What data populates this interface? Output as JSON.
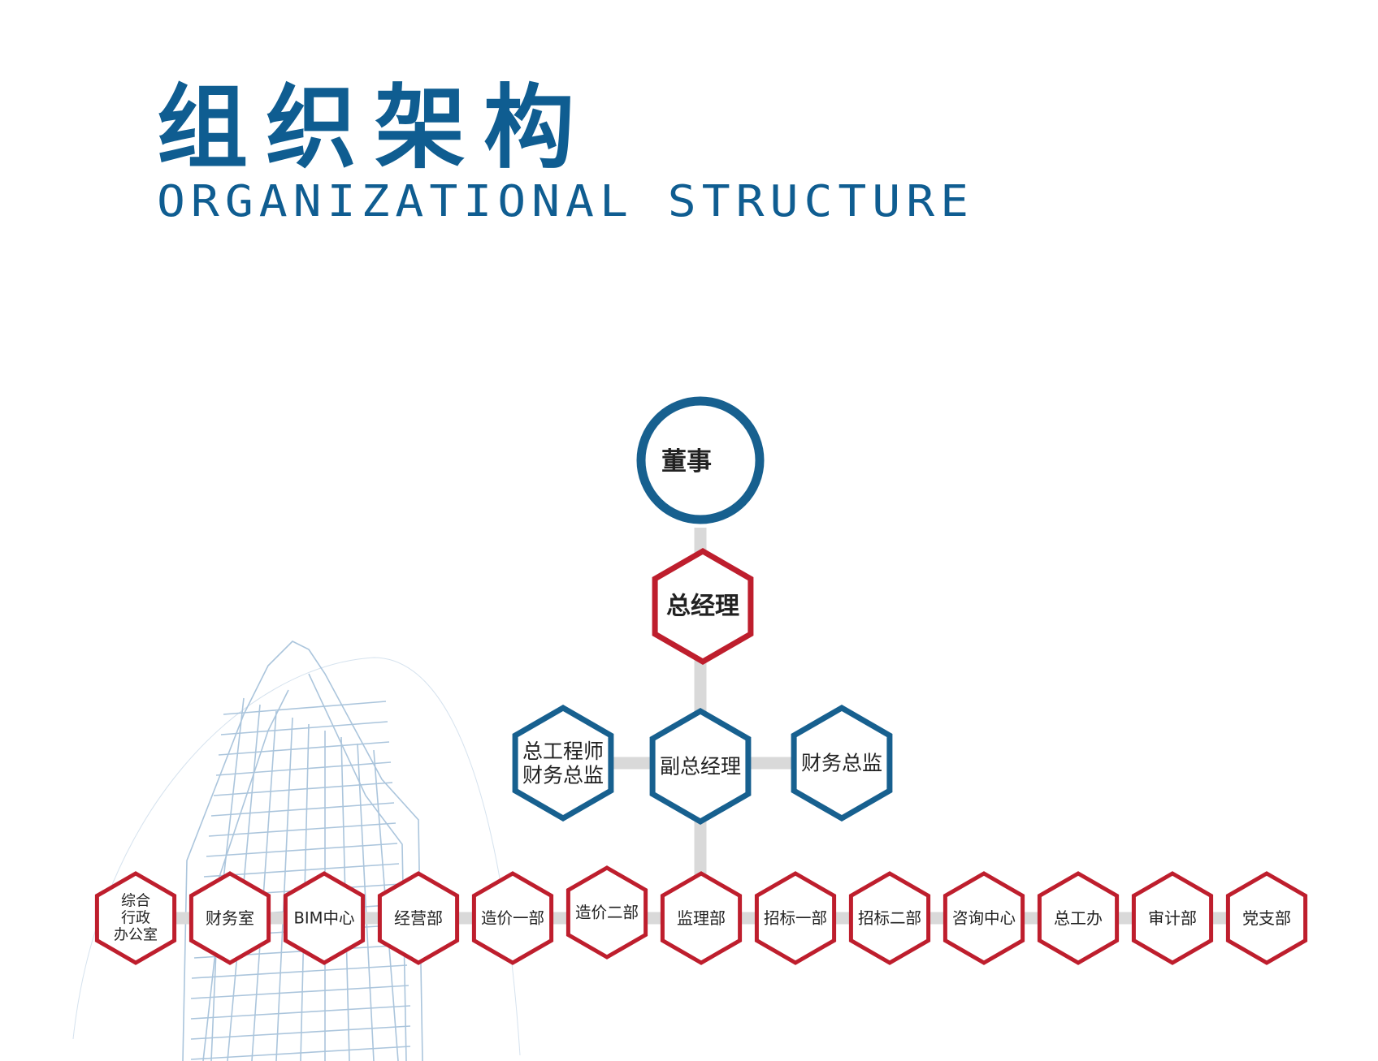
{
  "title": {
    "chinese": "组织架构",
    "english": "ORGANIZATIONAL STRUCTURE"
  },
  "colors": {
    "brand_blue": "#0f5d91",
    "node_blue": "#17608f",
    "node_red": "#be1e2d",
    "connector_grey": "#d9d9d9",
    "sketch_blue": "#8fb2d1"
  },
  "org_chart": {
    "chairman": {
      "label": "董事",
      "shape": "circle",
      "color": "blue"
    },
    "general_manager": {
      "label": "总经理",
      "shape": "hexagon",
      "color": "red"
    },
    "level2": [
      {
        "label_lines": [
          "总工程师",
          "财务总监"
        ],
        "shape": "hexagon",
        "color": "blue"
      },
      {
        "label_lines": [
          "副总经理"
        ],
        "shape": "hexagon",
        "color": "blue"
      },
      {
        "label_lines": [
          "财务总监"
        ],
        "shape": "hexagon",
        "color": "blue"
      }
    ],
    "departments": [
      {
        "label_lines": [
          "综合",
          "行政",
          "办公室"
        ]
      },
      {
        "label_lines": [
          "财务室"
        ]
      },
      {
        "label_lines": [
          "BIM中心"
        ]
      },
      {
        "label_lines": [
          "经营部"
        ]
      },
      {
        "label_lines": [
          "造价一部"
        ]
      },
      {
        "label_lines": [
          "造价二部"
        ]
      },
      {
        "label_lines": [
          "监理部"
        ]
      },
      {
        "label_lines": [
          "招标一部"
        ]
      },
      {
        "label_lines": [
          "招标二部"
        ]
      },
      {
        "label_lines": [
          "咨询中心"
        ]
      },
      {
        "label_lines": [
          "总工办"
        ]
      },
      {
        "label_lines": [
          "审计部"
        ]
      },
      {
        "label_lines": [
          "党支部"
        ]
      }
    ]
  },
  "background": {
    "illustration": "building-sketch"
  }
}
